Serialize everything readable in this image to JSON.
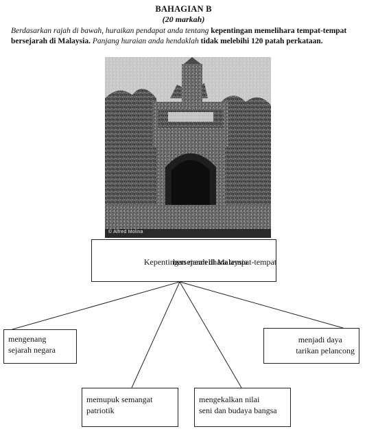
{
  "header": {
    "section": "BAHAGIAN B",
    "marks": "(20 markah)"
  },
  "instruction": {
    "part1": "Berdasarkan rajah di bawah, huraikan pendapat anda tentang",
    "part2": " kepentingan memelihara tempat-tempat bersejarah di Malaysia.",
    "part3": " Panjang huraian anda hendaklah",
    "part4": " tidak melebihi 120 patah perkataan."
  },
  "photo": {
    "credit": "© Alfred Molina"
  },
  "diagram": {
    "central": [
      "Kepentingan memelihara tempat-tempat",
      "bersejarah di Malaysia"
    ],
    "branches": [
      {
        "lines": [
          "mengenang",
          "sejarah negara"
        ]
      },
      {
        "lines": [
          "memupuk semangat",
          "patriotik"
        ]
      },
      {
        "lines": [
          "mengekalkan nilai",
          "seni dan budaya bangsa"
        ]
      },
      {
        "lines": [
          "menjadi daya",
          "tarikan pelancong"
        ]
      }
    ]
  }
}
